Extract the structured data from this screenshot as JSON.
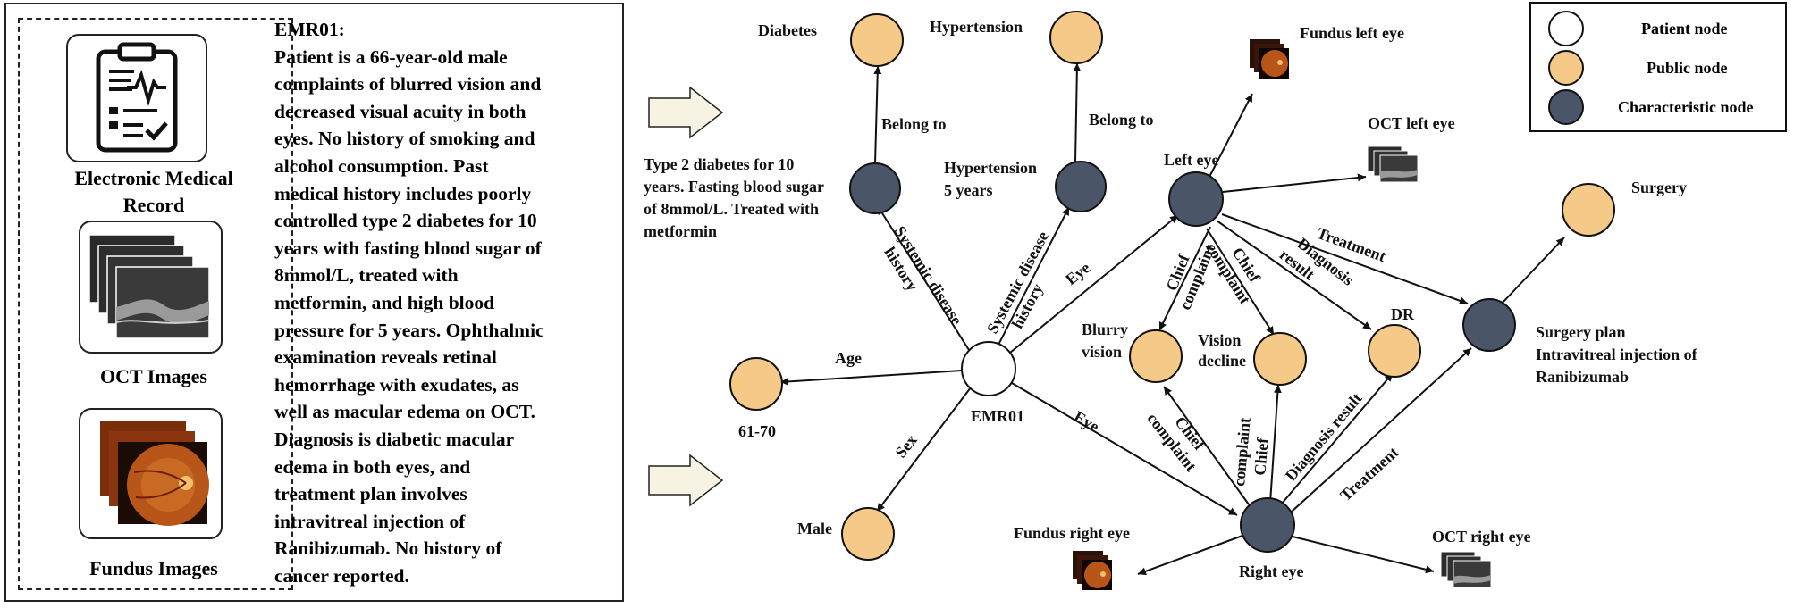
{
  "left_panel": {
    "icons": {
      "emr_caption_line1": "Electronic Medical",
      "emr_caption_line2": "Record",
      "oct_caption": "OCT Images",
      "fundus_caption": "Fundus Images"
    },
    "record": {
      "title": "EMR01:",
      "lines": [
        "Patient is a 66-year-old male",
        "complaints of blurred vision and",
        "decreased visual acuity in both",
        "eyes. No history of smoking and",
        "alcohol consumption. Past",
        "medical history includes poorly",
        "controlled type 2 diabetes for 10",
        "years with fasting blood sugar of",
        "8mmol/L, treated with",
        "metformin, and high blood",
        "pressure for 5 years. Ophthalmic",
        "examination reveals retinal",
        "hemorrhage with exudates, as",
        "well as macular edema on OCT.",
        "Diagnosis is diabetic macular",
        "edema in both eyes, and",
        "treatment plan involves",
        "intravitreal injection of",
        "Ranibizumab. No history of",
        "cancer reported."
      ]
    }
  },
  "colors": {
    "patient_node": "#ffffff",
    "public_node": "#f5c987",
    "characteristic_node": "#4a5568",
    "arrow_fill": "#f7f3e3",
    "fundus_orange": "#c2601d",
    "oct_gray": "#555555"
  },
  "legend": {
    "patient": "Patient node",
    "public": "Public node",
    "characteristic": "Characteristic node"
  },
  "nodes": {
    "emr01": "EMR01",
    "age_value": "61-70",
    "male": "Male",
    "diabetes": "Diabetes",
    "hypertension": "Hypertension",
    "diabetes_history": [
      "Type 2 diabetes for 10",
      "years. Fasting blood sugar",
      "of 8mmol/L. Treated with",
      "metformin"
    ],
    "hypertension_history": [
      "Hypertension",
      "5 years"
    ],
    "left_eye": "Left eye",
    "right_eye": "Right eye",
    "fundus_left": "Fundus left eye",
    "oct_left": "OCT left eye",
    "fundus_right": "Fundus right eye",
    "oct_right": "OCT right eye",
    "blurry_vision": [
      "Blurry",
      "vision"
    ],
    "vision_decline": [
      "Vision",
      "decline"
    ],
    "dr": "DR",
    "surgery": "Surgery",
    "surgery_plan": [
      "Surgery plan",
      "Intravitreal injection of",
      "Ranibizumab"
    ]
  },
  "edges": {
    "belong_to": "Belong to",
    "systemic_disease": "Systemic disease",
    "history": "history",
    "eye": "Eye",
    "age": "Age",
    "sex": "Sex",
    "chief": "Chief",
    "complaint": "complaint",
    "diagnosis": "Diagnosis",
    "result": "result",
    "diagnosis_result": "Diagnosis result",
    "treatment": "Treatment"
  }
}
